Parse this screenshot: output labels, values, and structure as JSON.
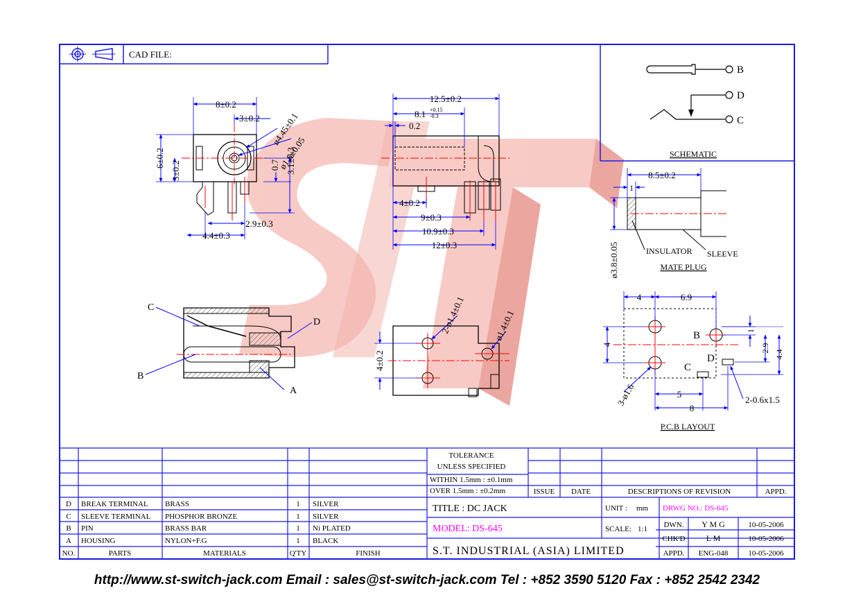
{
  "title_block": {
    "cad_file_label": "CAD FILE:",
    "tolerance": [
      "TOLERANCE",
      "UNLESS   SPECIFIED",
      "WITHIN  1.5mm : ±0.1mm",
      "OVER    1.5mm : ±0.2mm"
    ],
    "issue_header": "ISSUE",
    "date_header": "DATE",
    "descriptions_header": "DESCRIPTIONS  OF  REVISION",
    "appd_header": "APPD.",
    "title": "TITLE : DC JACK",
    "model": "MODEL: DS-645",
    "unit_label": "UNIT :",
    "unit_value": "mm",
    "drawing_no": "DRWG NO.: DS-645",
    "scale_label": "SCALE:",
    "scale_value": "1:1",
    "company": "S.T.  INDUSTRIAL  (ASIA)  LIMITED",
    "approvals": [
      {
        "role": "DWN.",
        "name": "Y M G",
        "date": "10-05-2006"
      },
      {
        "role": "CHK'D",
        "name": "L M",
        "date": "10-05-2006"
      },
      {
        "role": "APPD.",
        "name": "ENG-048",
        "date": "10-05-2006"
      }
    ],
    "parts_header": {
      "no": "NO.",
      "parts": "PARTS",
      "materials": "MATERIALS",
      "qty": "Q'TY",
      "finish": "FINISH"
    },
    "parts": [
      {
        "no": "D",
        "part": "BREAK TERMINAL",
        "material": "BRASS",
        "qty": "1",
        "finish": "SILVER"
      },
      {
        "no": "C",
        "part": "SLEEVE TERMINAL",
        "material": "PHOSPHOR BRONZE",
        "qty": "1",
        "finish": "SILVER"
      },
      {
        "no": "B",
        "part": "PIN",
        "material": "BRASS BAR",
        "qty": "1",
        "finish": "Ni PLATED"
      },
      {
        "no": "A",
        "part": "HOUSING",
        "material": "NYLON+F.G",
        "qty": "1",
        "finish": "BLACK"
      }
    ]
  },
  "front_view": {
    "dim_width": "8±0.2",
    "dim_hole_offset": "3±0.2",
    "dim_outer_dia": "ø4.45±0.1",
    "dim_pin_dia": "ø1.6±0.05",
    "dim_height": "6±0.2",
    "dim_center_height": "3±0.2",
    "dim_07": "0.7",
    "dim_31": "3.1±0.3",
    "dim_29": "2.9±0.3",
    "dim_44": "4.4±0.3"
  },
  "side_view": {
    "dim_length": "12.5±0.2",
    "dim_81": "8.1",
    "dim_81_upper": "+0.15",
    "dim_81_lower": "-0.3",
    "dim_02": "0.2",
    "dim_4": "4±0.2",
    "dim_9": "9±0.3",
    "dim_109": "10.9±0.3",
    "dim_12": "12±0.3"
  },
  "schematic": {
    "caption": "SCHEMATIC",
    "labels": [
      "B",
      "D",
      "C"
    ]
  },
  "mate_plug": {
    "caption": "MATE PLUG",
    "dim_85": "8.5±0.2",
    "dim_1": "1",
    "dim_dia": "ø3.8±0.05",
    "insulator": "INSULATOR",
    "sleeve": "SLEEVE"
  },
  "section_view": {
    "labels": [
      "C",
      "D",
      "B",
      "A"
    ]
  },
  "bottom_view": {
    "dim_holes": "2-ø1.4±0.1",
    "dim_single": "ø1.4±0.1",
    "dim_4": "4±0.2"
  },
  "pcb_layout": {
    "caption": "P.C.B LAYOUT",
    "dim_4": "4",
    "dim_69": "6.9",
    "dim_1": "1",
    "dim_29": "2.9",
    "dim_44": "4.4",
    "dim_4v": "4",
    "dim_5": "5",
    "dim_8": "8",
    "holes": "3-ø1.6",
    "slots": "2-0.6x1.5",
    "labels": [
      "B",
      "C",
      "D"
    ]
  },
  "watermark": "ST",
  "footer": "http://www.st-switch-jack.com  Email : sales@st-switch-jack.com  Tel : +852 3590 5120  Fax : +852 2542 2342",
  "colors": {
    "frame": "#1a1ae6",
    "dimension": "#0000ff",
    "centerline": "#ff0000",
    "watermark": "#f2a7a0",
    "highlight": "#ff00ff"
  }
}
